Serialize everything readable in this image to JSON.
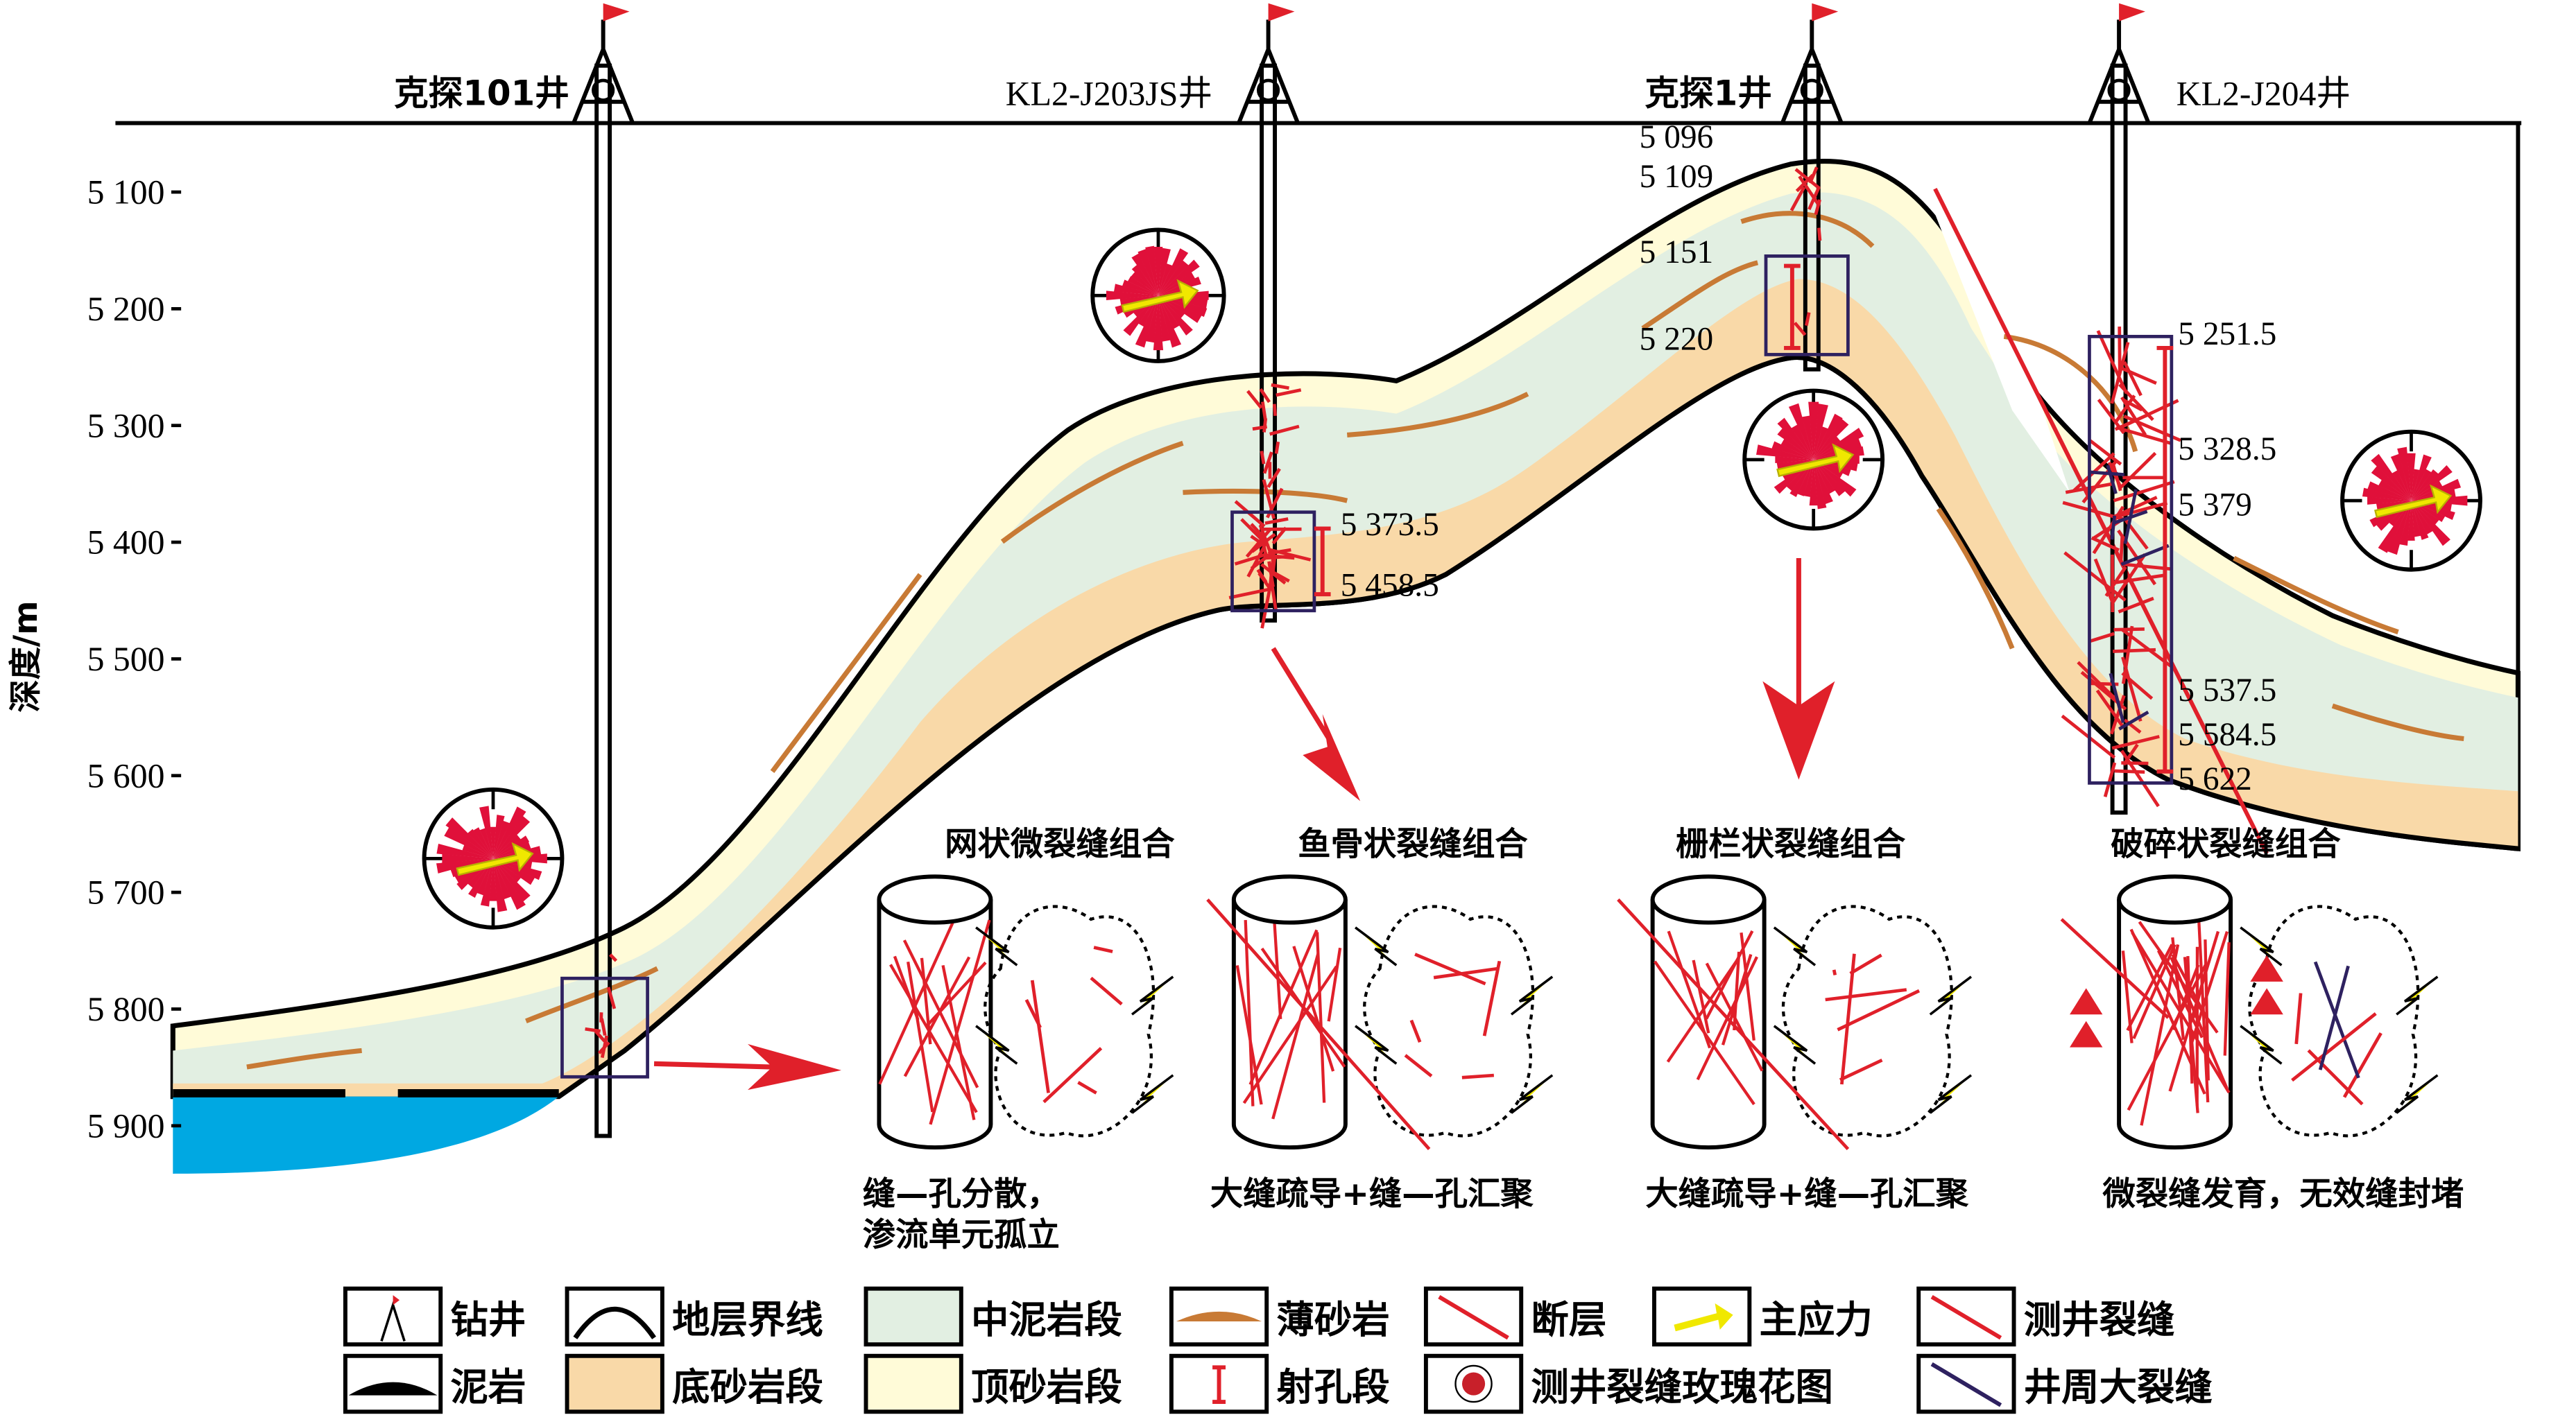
{
  "axis": {
    "label": "深度/m",
    "ticks": [
      "5 100",
      "5 200",
      "5 300",
      "5 400",
      "5 500",
      "5 600",
      "5 700",
      "5 800",
      "5 900"
    ]
  },
  "wells": [
    {
      "name": "克探101井"
    },
    {
      "name": "KL2-J203JS井"
    },
    {
      "name": "克探1井"
    },
    {
      "name": "KL2-J204井"
    }
  ],
  "depth_marks": {
    "j203": [
      "5 373.5",
      "5 458.5"
    ],
    "kt1": [
      "5 096",
      "5 109",
      "5 151",
      "5 220"
    ],
    "j204": [
      "5 251.5",
      "5 328.5",
      "5 379",
      "5 537.5",
      "5 584.5",
      "5 622"
    ]
  },
  "patterns": [
    {
      "title": "网状微裂缝组合",
      "caption": [
        "缝—孔分散，",
        "渗流单元孤立"
      ]
    },
    {
      "title": "鱼骨状裂缝组合",
      "caption": [
        "大缝疏导+缝—孔汇聚"
      ]
    },
    {
      "title": "栅栏状裂缝组合",
      "caption": [
        "大缝疏导+缝—孔汇聚"
      ]
    },
    {
      "title": "破碎状裂缝组合",
      "caption": [
        "微裂缝发育，无效缝封堵"
      ]
    }
  ],
  "legend": [
    {
      "label": "钻井",
      "icon": "derrick-icon"
    },
    {
      "label": "地层界线",
      "icon": "boundary-icon"
    },
    {
      "label": "中泥岩段",
      "icon": "mid-mudstone-swatch"
    },
    {
      "label": "薄砂岩",
      "icon": "thin-sandstone-icon"
    },
    {
      "label": "断层",
      "icon": "fault-icon"
    },
    {
      "label": "主应力",
      "icon": "stress-arrow-icon"
    },
    {
      "label": "测井裂缝",
      "icon": "log-fracture-icon"
    },
    {
      "label": "泥岩",
      "icon": "mudstone-icon"
    },
    {
      "label": "底砂岩段",
      "icon": "bottom-sand-swatch"
    },
    {
      "label": "顶砂岩段",
      "icon": "top-sand-swatch"
    },
    {
      "label": "射孔段",
      "icon": "perforation-icon"
    },
    {
      "label": "测井裂缝玫瑰花图",
      "icon": "rose-diagram-icon"
    },
    {
      "label": "井周大裂缝",
      "icon": "borehole-fracture-icon"
    }
  ],
  "colors": {
    "top_sand": "#fffbd8",
    "mid_mud": "#e2efe2",
    "bottom_sand": "#f9d9a8",
    "thin_sand": "#c87a35",
    "fracture": "#e0202a",
    "stress": "#f0e800",
    "box": "#2e2160",
    "water": "#00a8e2"
  }
}
